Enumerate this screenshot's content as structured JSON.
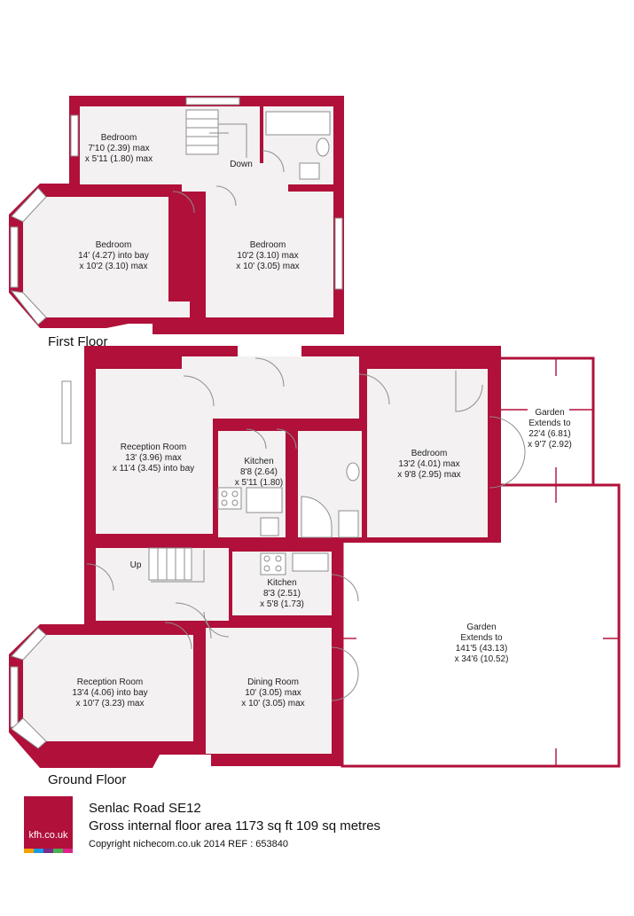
{
  "first_floor": {
    "title": "First Floor",
    "rooms": [
      {
        "name": "Bedroom",
        "dims": [
          "7'10 (2.39) max",
          "x 5'11 (1.80) max"
        ]
      },
      {
        "name": "Bedroom",
        "dims": [
          "14' (4.27) into bay",
          "x 10'2 (3.10) max"
        ]
      },
      {
        "name": "Bedroom",
        "dims": [
          "10'2 (3.10) max",
          "x 10' (3.05) max"
        ]
      }
    ],
    "stair_label": "Down"
  },
  "ground_floor": {
    "title": "Ground Floor",
    "rooms": [
      {
        "name": "Reception Room",
        "dims": [
          "13' (3.96) max",
          "x 11'4 (3.45) into bay"
        ]
      },
      {
        "name": "Kitchen",
        "dims": [
          "8'8 (2.64)",
          "x 5'11 (1.80)"
        ]
      },
      {
        "name": "Bedroom",
        "dims": [
          "13'2 (4.01) max",
          "x 9'8 (2.95) max"
        ]
      },
      {
        "name": "Garden",
        "dims": [
          "Extends to",
          "22'4 (6.81)",
          "x 9'7 (2.92)"
        ]
      },
      {
        "name": "Kitchen",
        "dims": [
          "8'3 (2.51)",
          "x 5'8 (1.73)"
        ]
      },
      {
        "name": "Garden",
        "dims": [
          "Extends to",
          "141'5 (43.13)",
          "x 34'6 (10.52)"
        ]
      },
      {
        "name": "Reception Room",
        "dims": [
          "13'4 (4.06) into bay",
          "x 10'7 (3.23) max"
        ]
      },
      {
        "name": "Dining Room",
        "dims": [
          "10' (3.05) max",
          "x 10' (3.05) max"
        ]
      }
    ],
    "stair_label": "Up"
  },
  "brand": {
    "logo_text": "kfh.co.uk",
    "accent_color": "#b0103a",
    "stripe_colors": [
      "#f5a000",
      "#1b9be0",
      "#7a2a8c",
      "#4caf50",
      "#e0218a"
    ]
  },
  "footer": {
    "address": "Senlac Road  SE12",
    "area": "Gross internal floor area 1173 sq ft 109 sq metres",
    "copyright": "Copyright nichecom.co.uk 2014    REF : 653840"
  }
}
